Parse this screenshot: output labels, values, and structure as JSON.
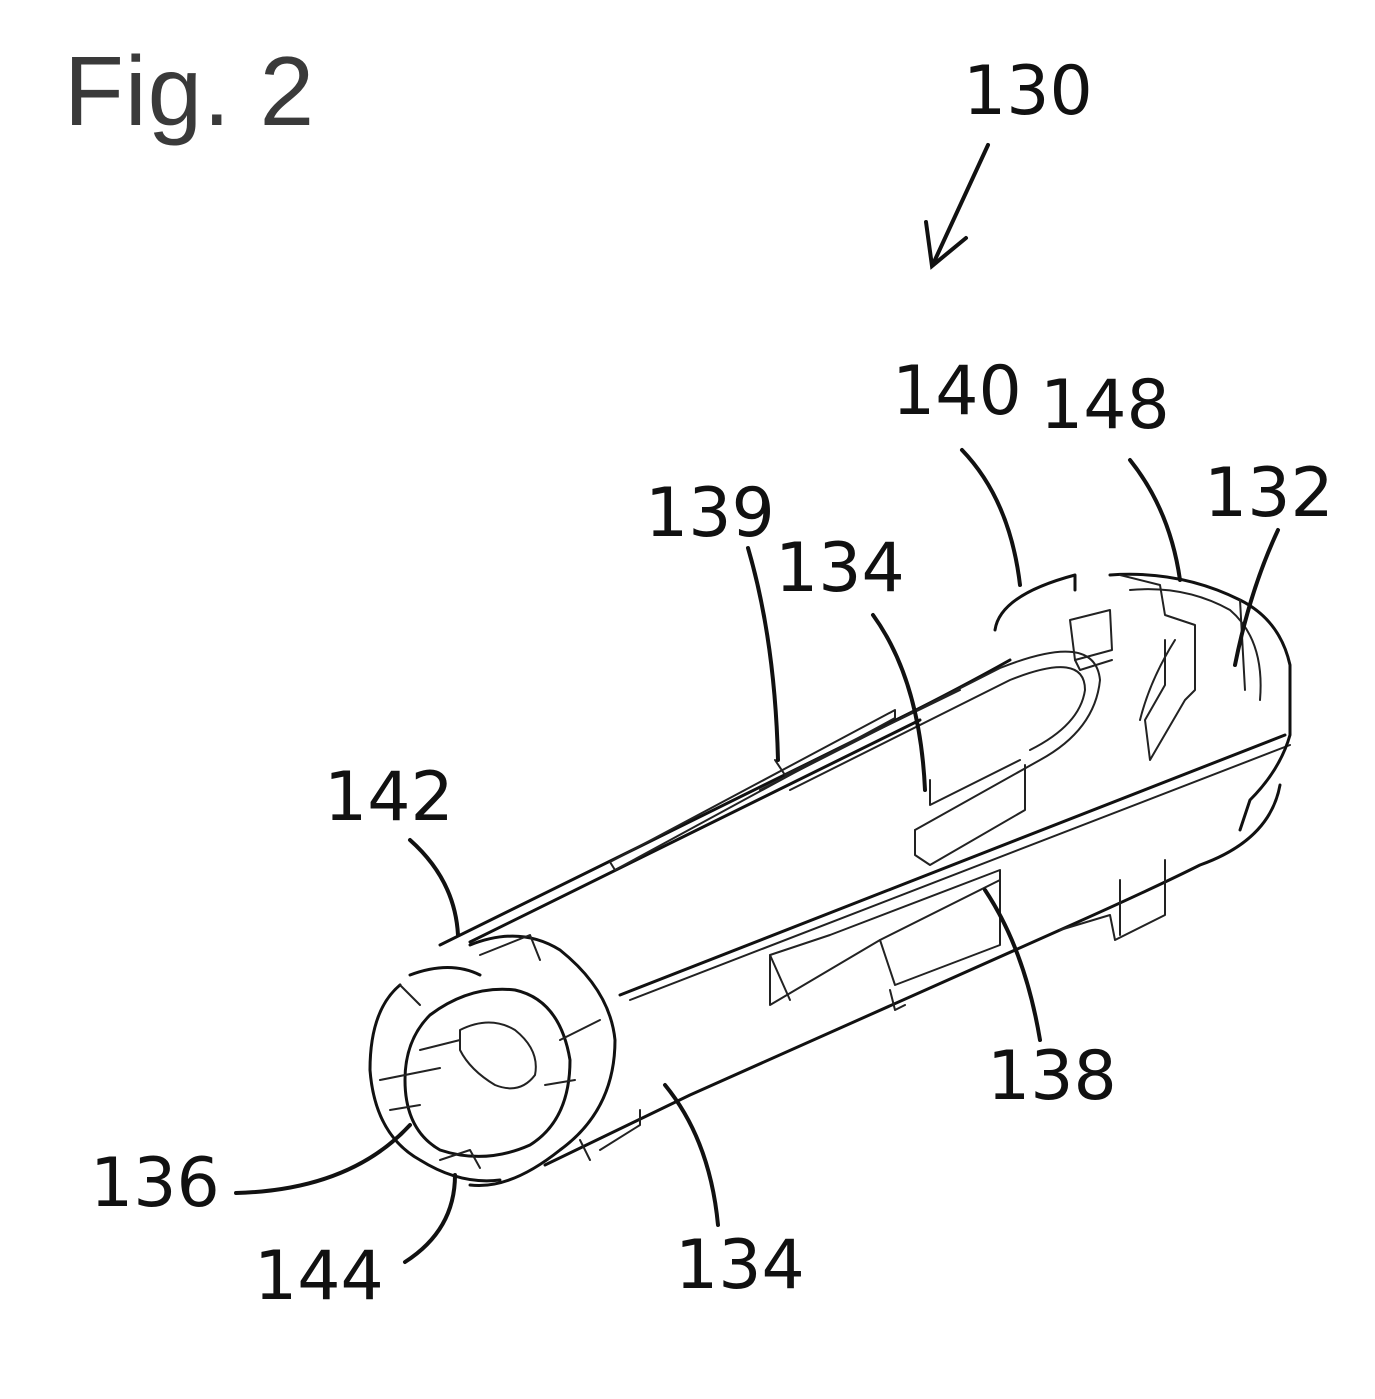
{
  "figure": {
    "title": "Fig. 2",
    "labels": {
      "r130": "130",
      "r140": "140",
      "r148": "148",
      "r132": "132",
      "r139": "139",
      "r134_top": "134",
      "r142": "142",
      "r138": "138",
      "r136": "136",
      "r144": "144",
      "r134_bottom": "134"
    }
  }
}
